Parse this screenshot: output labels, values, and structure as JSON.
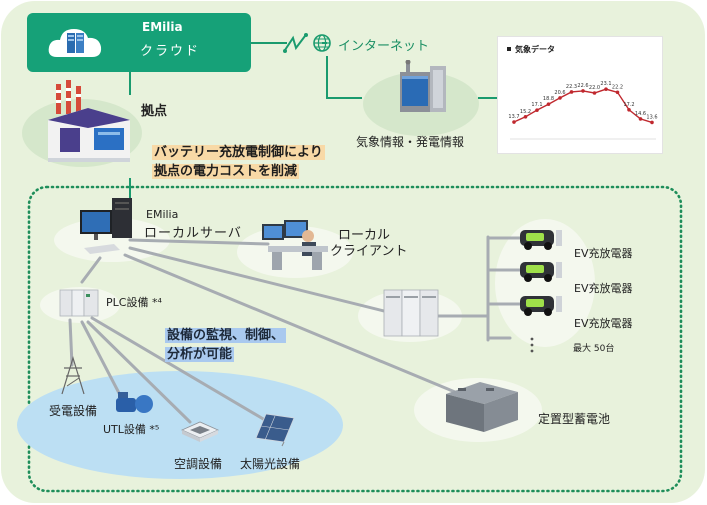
{
  "cloud": {
    "title": "EMilia",
    "subtitle": "クラウド"
  },
  "internet": {
    "label": "インターネット"
  },
  "weather_info": {
    "label": "気象情報・発電情報"
  },
  "site": {
    "label": "拠点"
  },
  "benefit": {
    "line1": "バッテリー充放電制御により",
    "line2": "拠点の電力コストを削減"
  },
  "local_server": {
    "title": "EMilia",
    "label": "ローカルサーバ"
  },
  "local_client": {
    "line1": "ローカル",
    "line2": "クライアント"
  },
  "plc": {
    "label": "PLC設備 *⁴"
  },
  "monitoring": {
    "line1": "設備の監視、制御、",
    "line2": "分析が可能"
  },
  "ev_chargers": [
    {
      "label": "EV充放電器"
    },
    {
      "label": "EV充放電器"
    },
    {
      "label": "EV充放電器"
    }
  ],
  "ev_max": {
    "label": "最大 50台"
  },
  "battery": {
    "label": "定置型蓄電池"
  },
  "equipment": {
    "power_receiving": "受電設備",
    "utl": "UTL設備 *⁵",
    "hvac": "空調設備",
    "solar": "太陽光設備"
  },
  "colors": {
    "cloud_green": "#16a178",
    "background": "#e8f2dc",
    "dotted_border": "#1e8e5a",
    "line_gray": "#a7acb2",
    "highlight_yellow": "#f8d9a6",
    "highlight_blue": "#a9c9ef",
    "chart_red": "#c0282e",
    "equipment_blob": "#bcdff3"
  },
  "chart_data": {
    "type": "line",
    "title": "気象データ",
    "series": [
      {
        "values": [
          13.7,
          15.2,
          17.1,
          18.8,
          20.6,
          22.3,
          22.6,
          22.0,
          23.1,
          22.2,
          17.2,
          14.6,
          13.6
        ]
      }
    ]
  }
}
